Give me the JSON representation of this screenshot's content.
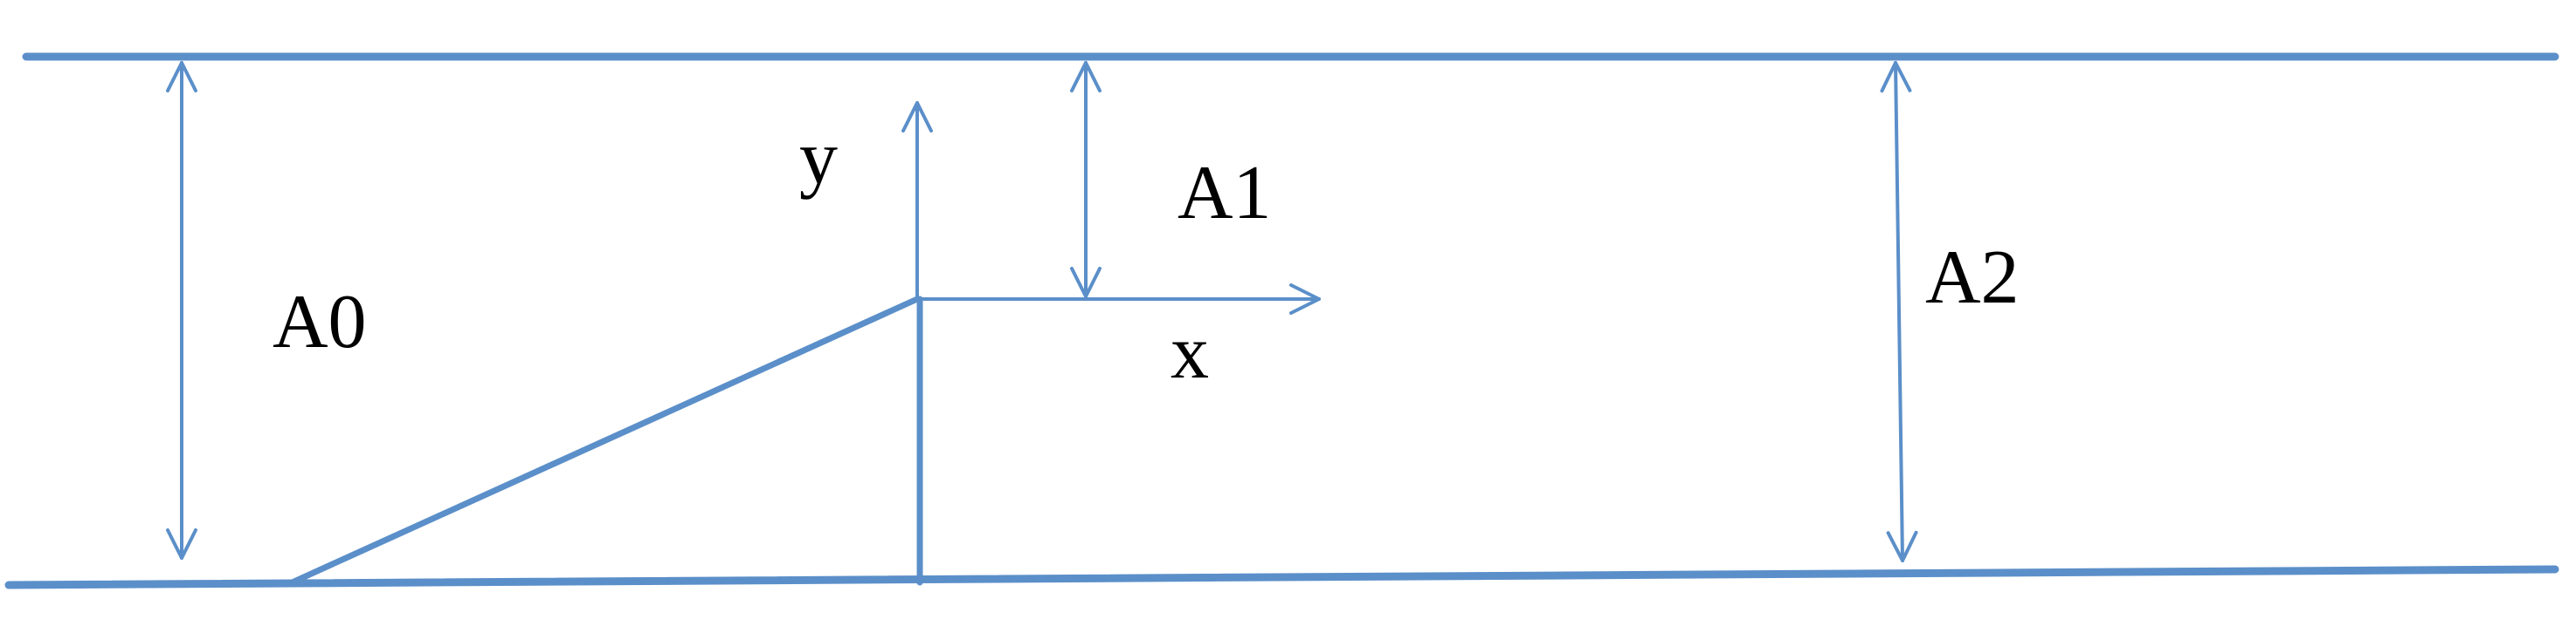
{
  "labels": {
    "a0": "A0",
    "a1": "A1",
    "a2": "A2",
    "x_axis": "x",
    "y_axis": "y"
  },
  "colors": {
    "line": "#5b8fc9",
    "text": "#000000",
    "background": "#ffffff"
  }
}
